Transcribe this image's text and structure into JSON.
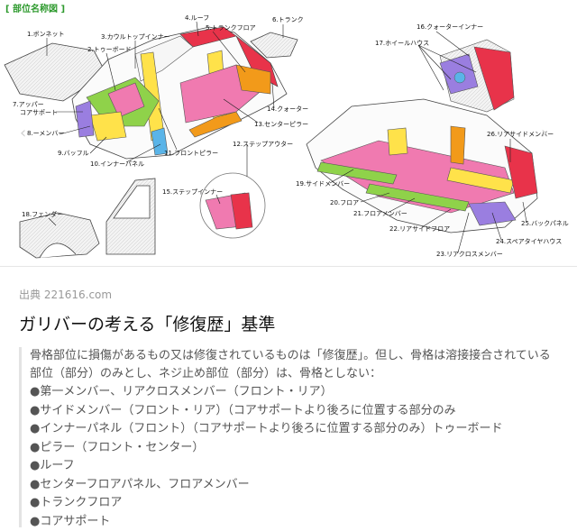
{
  "figure": {
    "title": "[ 部位名称図 ]",
    "labels": {
      "bonnet": "1.ボンネット",
      "toe_board": "2.トゥーボード",
      "cowl_top_inner": "3.カウルトップインナー",
      "roof": "4.ルーフ",
      "trunk_floor": "5.トランクフロア",
      "trunk": "6.トランク",
      "upper_core_support": "7.アッパー\nコアサポート",
      "member": "8.ーメンバー",
      "baffle": "9.バッフル",
      "inner_panel": "10.インナーパネル",
      "front_pillar": "11.フロントピラー",
      "step_outer": "12.ステップアウター",
      "center_pillar": "13.センターピラー",
      "quarter": "14.クォーター",
      "step_inner": "15.ステップインナー",
      "quarter_inner": "16.クォーターインナー",
      "wheel_house": "17.ホイールハウス",
      "fender": "18.フェンダー",
      "side_member": "19.サイドメンバー",
      "floor": "20.フロア",
      "floor_member": "21.フロアメンバー",
      "rear_side_floor": "22.リアサイドフロア",
      "rear_cross_member": "23.リアクロスメンバー",
      "spare_tire_house": "24.スペアタイヤハウス",
      "back_panel": "25.バックパネル",
      "rear_side_member": "26.リアサイドメンバー"
    }
  },
  "source": "出典 221616.com",
  "heading": "ガリバーの考える「修復歴」基準",
  "quote": {
    "intro": "骨格部位に損傷があるもの又は修復されているものは「修復歴」。但し、骨格は溶接接合されている部位（部分）のみとし、ネジ止め部位（部分）は、骨格としない：",
    "items": [
      "●第一メンバー、リアクロスメンバー（フロント・リア）",
      "●サイドメンバー（フロント・リア）（コアサポートより後ろに位置する部分のみ",
      "●インナーパネル（フロント）（コアサポートより後ろに位置する部分のみ）トゥーボード",
      "●ピラー（フロント・センター）",
      "●ルーフ",
      "●センターフロアパネル、フロアメンバー",
      "●トランクフロア",
      "●コアサポート"
    ]
  },
  "colors": {
    "title_green": "#2e9a2e",
    "roof_red": "#e8334a",
    "pillar_orange": "#f29a1a",
    "floor_pink": "#f07ab0",
    "member_green": "#8fd24a",
    "inner_yellow": "#ffe24a",
    "wheelhouse_purple": "#9a7ee0",
    "core_blue": "#5ab4e8"
  }
}
